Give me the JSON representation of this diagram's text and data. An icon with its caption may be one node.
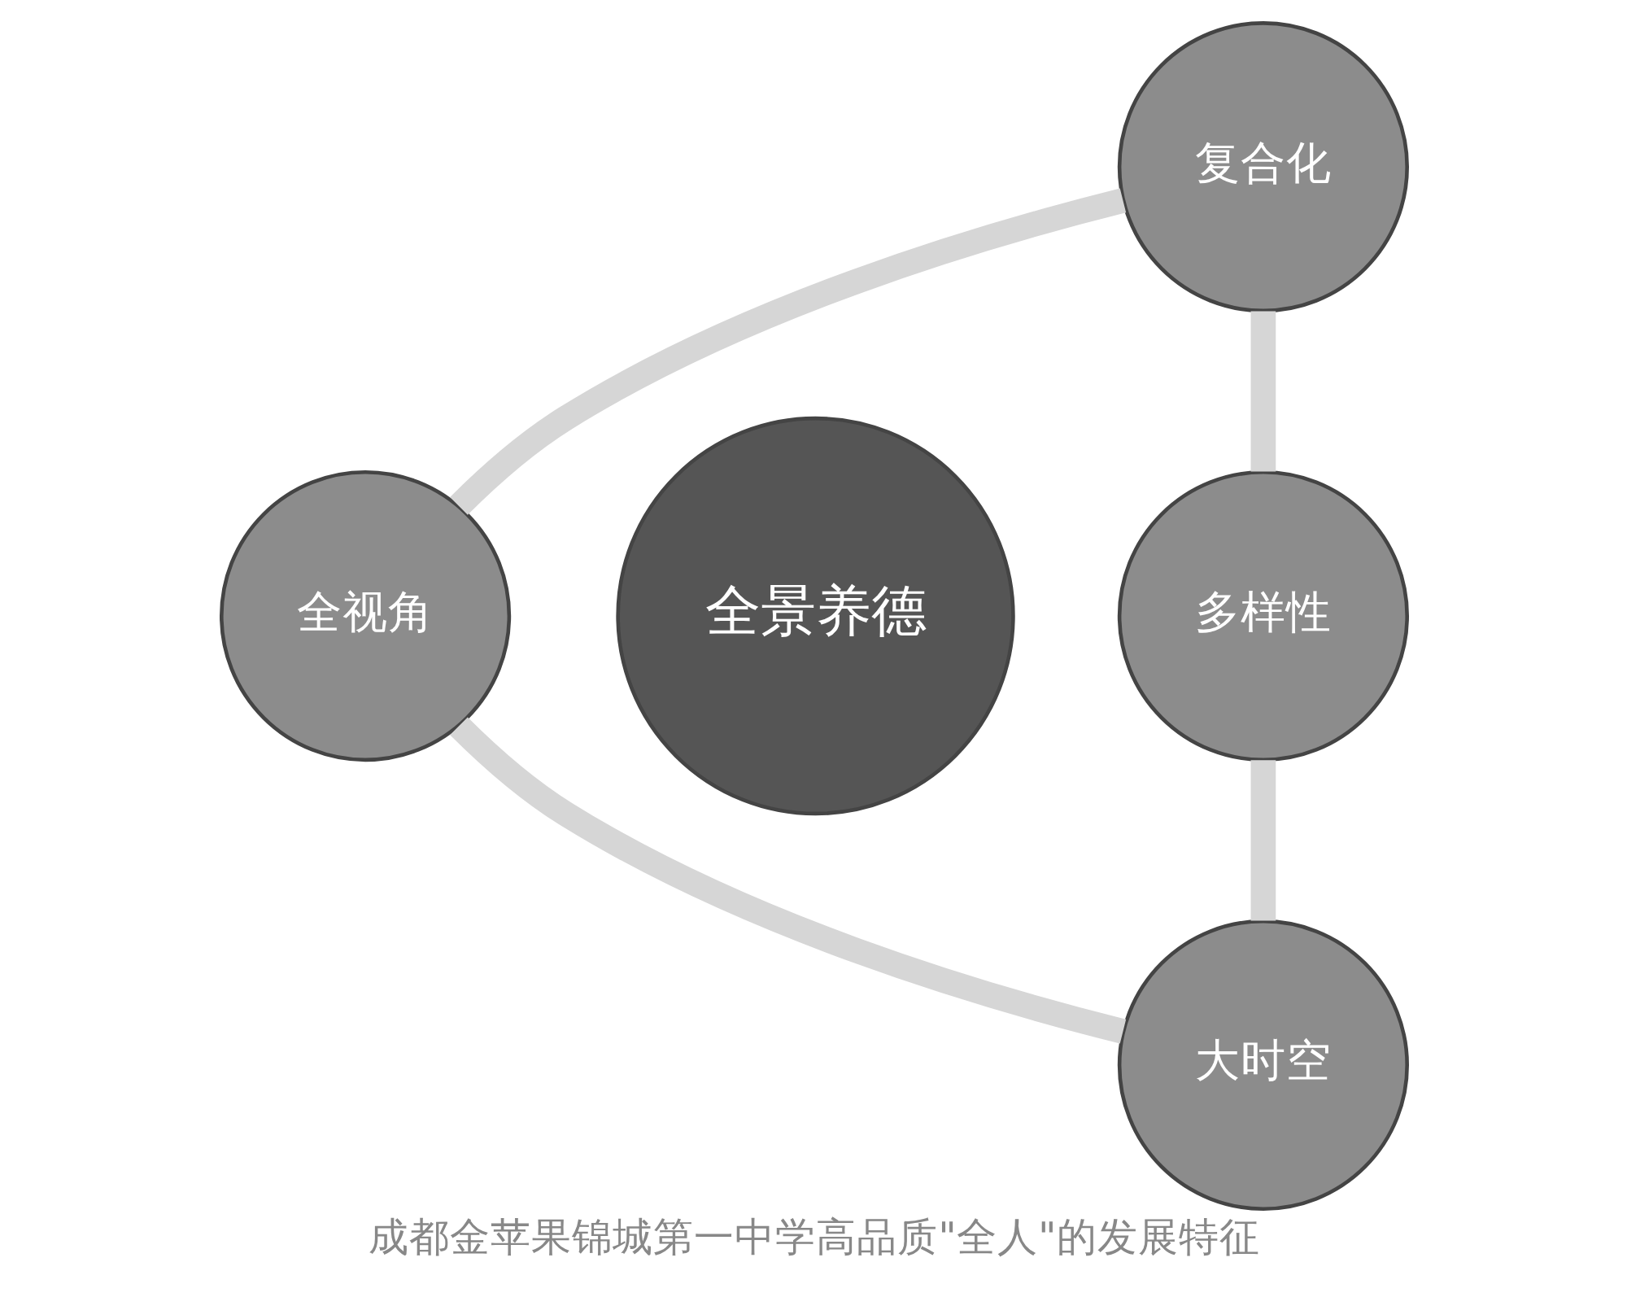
{
  "diagram": {
    "caption": "成都金苹果锦城第一中学高品质\"全人\"的发展特征",
    "nodes": [
      {
        "text": [
          "复合化"
        ]
      },
      {
        "text": [
          "全视角"
        ]
      },
      {
        "text": [
          "全景养德"
        ]
      },
      {
        "text": [
          "多样性"
        ]
      },
      {
        "text": [
          "大时空"
        ]
      }
    ],
    "edges": [
      {
        "from": 0,
        "to": 3,
        "arrow": "none"
      },
      {
        "from": 3,
        "to": 4,
        "arrow": "none"
      },
      {
        "from": 4,
        "to": 1,
        "arrow": "none"
      },
      {
        "from": 1,
        "to": 0,
        "arrow": "none"
      }
    ]
  }
}
